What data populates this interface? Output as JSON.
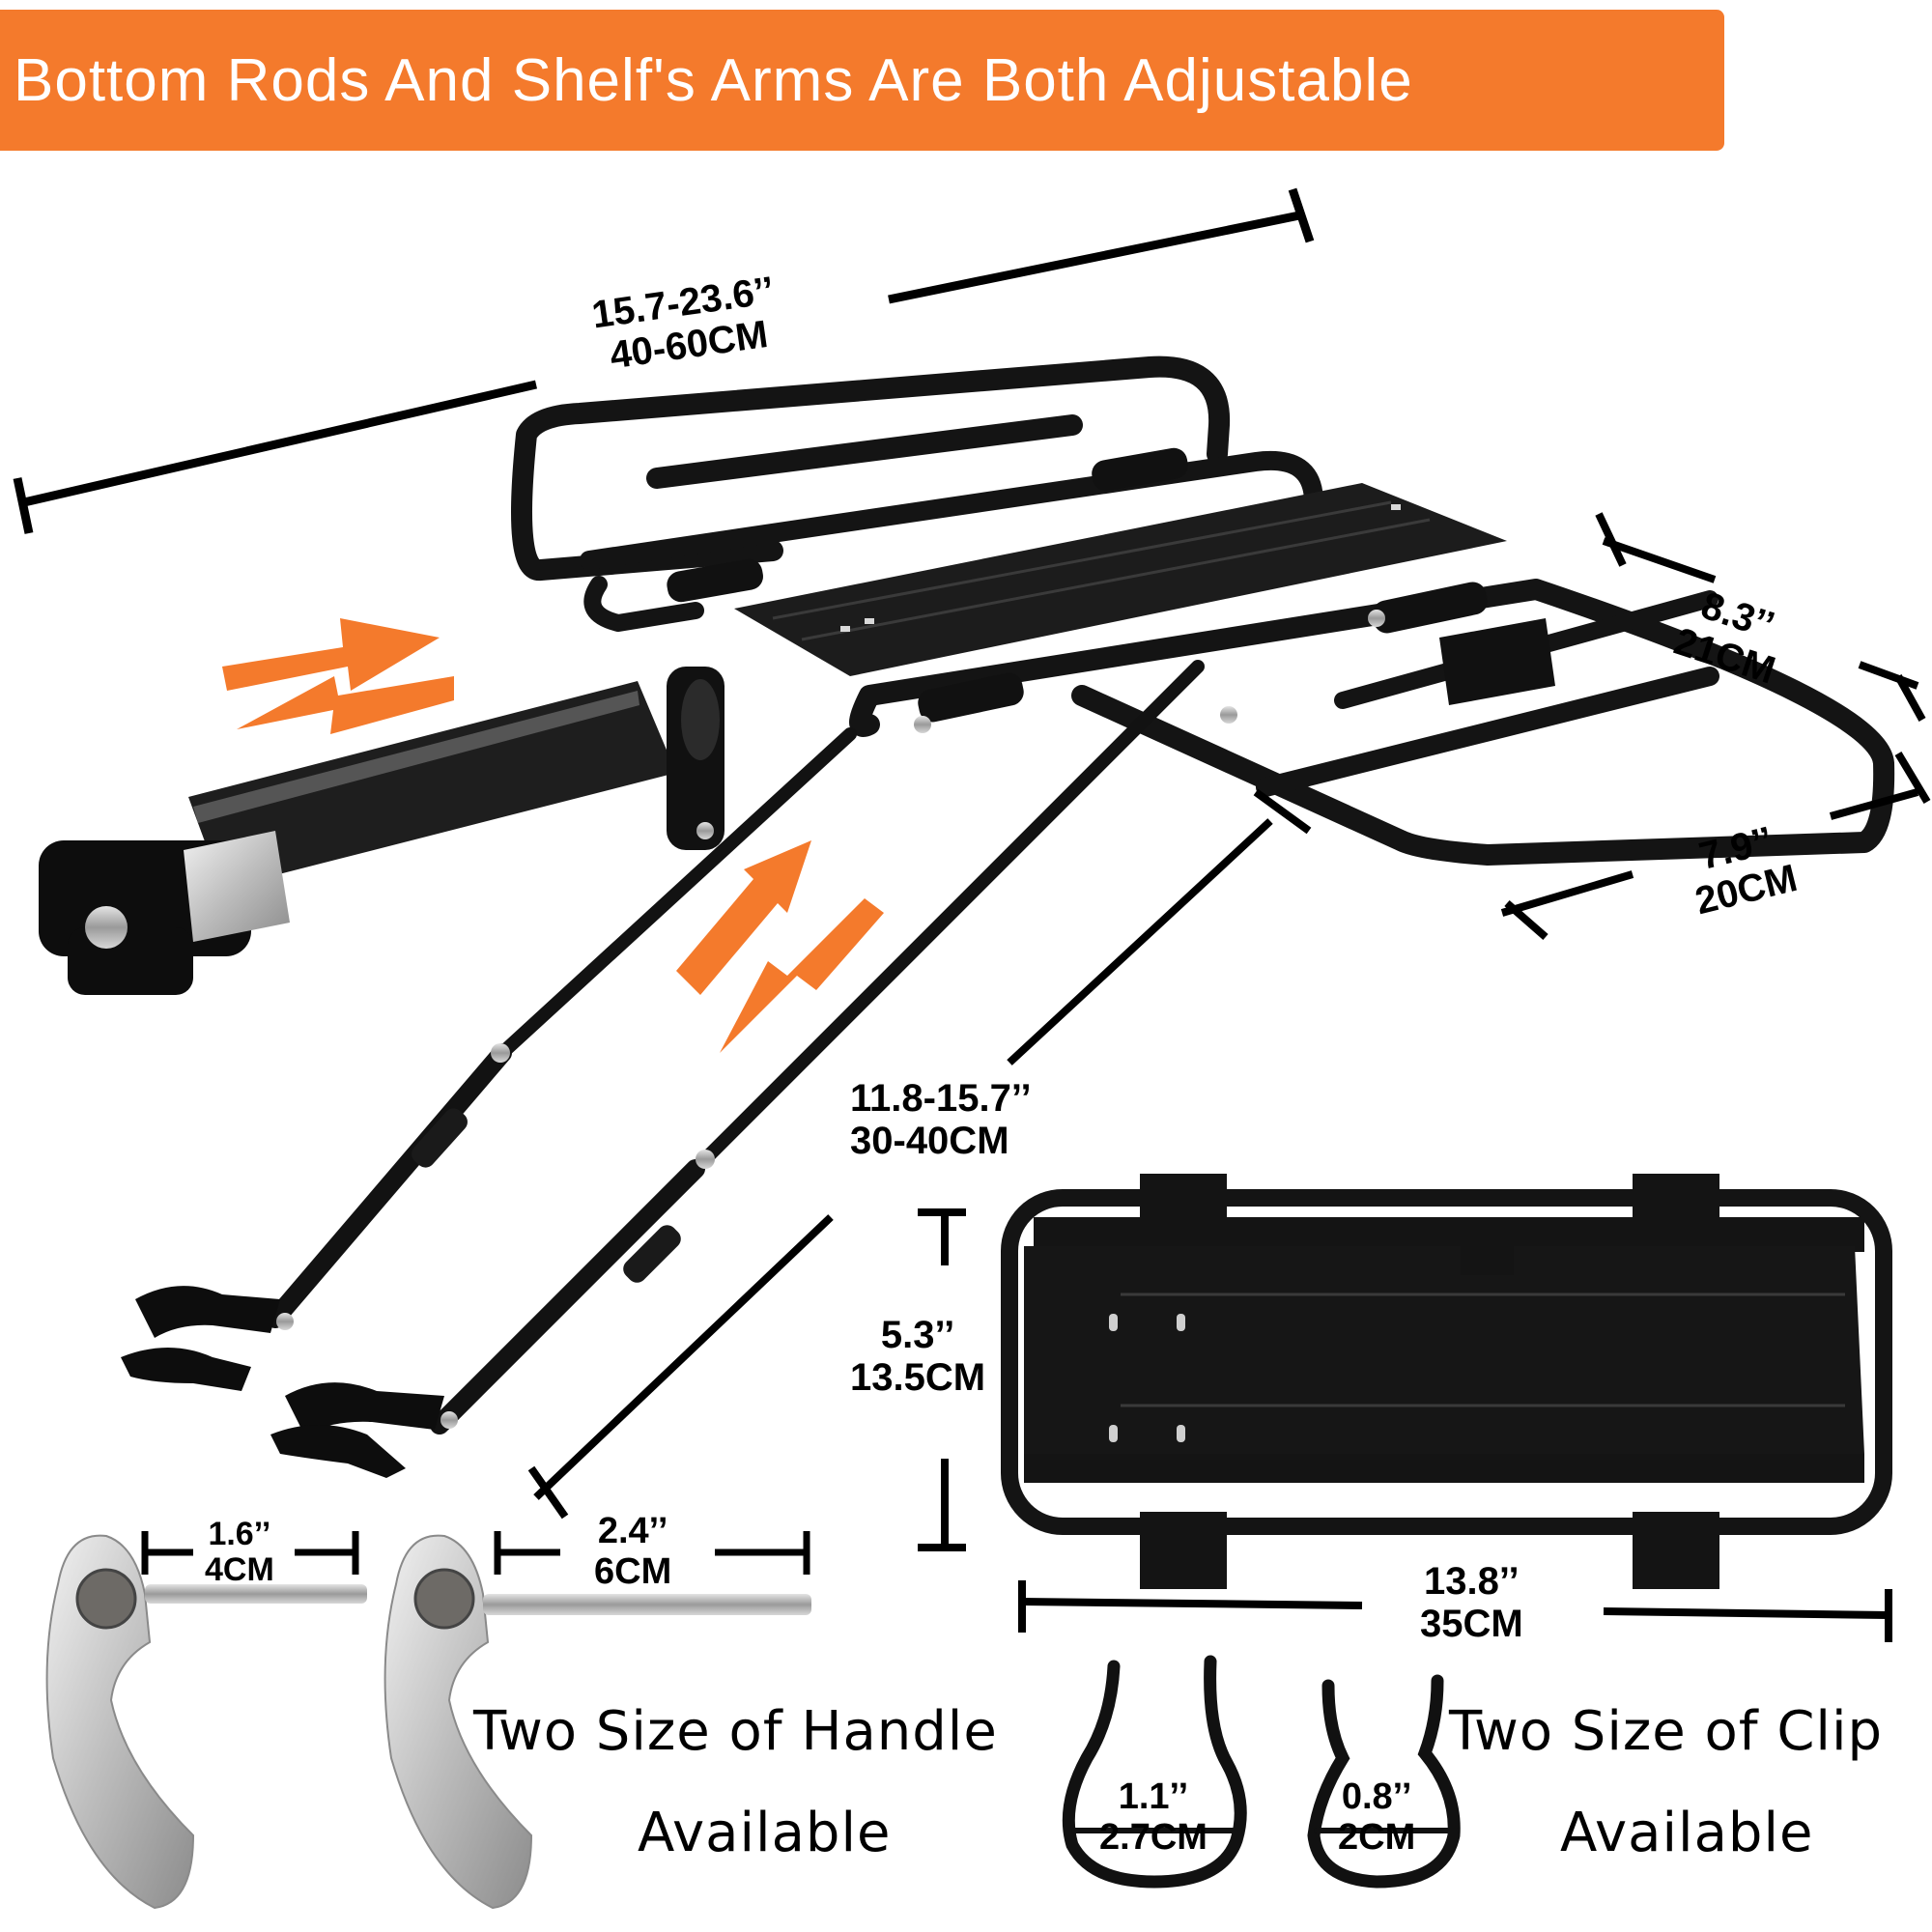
{
  "banner": {
    "text": "Bottom Rods And Shelf's Arms Are Both Adjustable",
    "color": "#f47a2c"
  },
  "dimensions": {
    "length": {
      "imperial": "15.7-23.6’’",
      "metric": "40-60CM"
    },
    "arm_width": {
      "imperial": "8.3’’",
      "metric": "21CM"
    },
    "arm_depth": {
      "imperial": "7.9’’",
      "metric": "20CM"
    },
    "rod_length": {
      "imperial": "11.8-15.7’’",
      "metric": "30-40CM"
    },
    "shelf_width": {
      "imperial": "5.3’’",
      "metric": "13.5CM"
    },
    "shelf_length": {
      "imperial": "13.8’’",
      "metric": "35CM"
    },
    "handle_small": {
      "imperial": "1.6’’",
      "metric": "4CM"
    },
    "handle_large": {
      "imperial": "2.4’’",
      "metric": "6CM"
    },
    "clip_large": {
      "imperial": "1.1’’",
      "metric": "2.7CM"
    },
    "clip_small": {
      "imperial": "0.8’’",
      "metric": "2CM"
    }
  },
  "captions": {
    "handle": {
      "line1": "Two Size of Handle",
      "line2": "Available"
    },
    "clip": {
      "line1": "Two Size of Clip",
      "line2": "Available"
    }
  },
  "colors": {
    "accent": "#f47a2c",
    "metal": "#141414",
    "handle_silver": "#c9c9c9"
  }
}
